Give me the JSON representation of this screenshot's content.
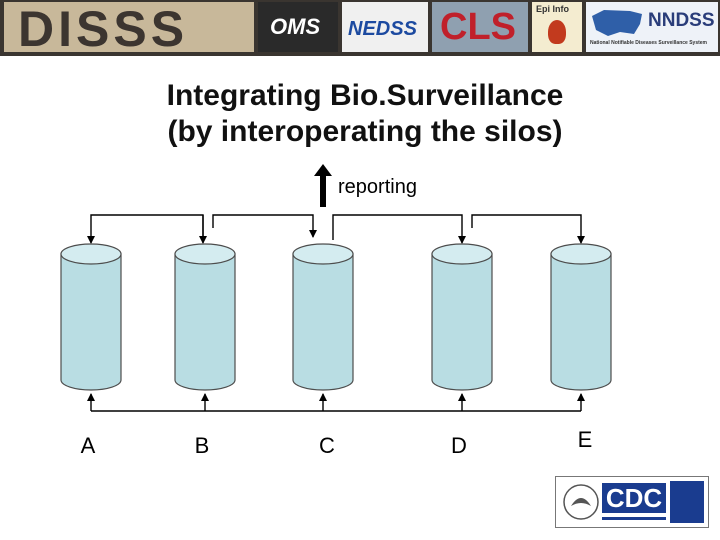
{
  "banner": {
    "disss": "DISSS",
    "oms": "OMS",
    "nedss": "NEDSS",
    "cls": "CLS",
    "epiinfo": "Epi Info",
    "nndss": "NNDSS",
    "nndss_caption": "National Notifiable Diseases Surveillance System"
  },
  "title": {
    "line1": "Integrating Bio.Surveillance",
    "line2": "(by interoperating the silos)"
  },
  "diagram": {
    "reporting_label": "reporting",
    "silos": [
      {
        "label": "A"
      },
      {
        "label": "B"
      },
      {
        "label": "C"
      },
      {
        "label": "D"
      },
      {
        "label": "E"
      }
    ],
    "silo_fill": "#b9dde3",
    "silo_stroke": "#4d4d4d"
  },
  "footer": {
    "cdc": "CDC"
  }
}
